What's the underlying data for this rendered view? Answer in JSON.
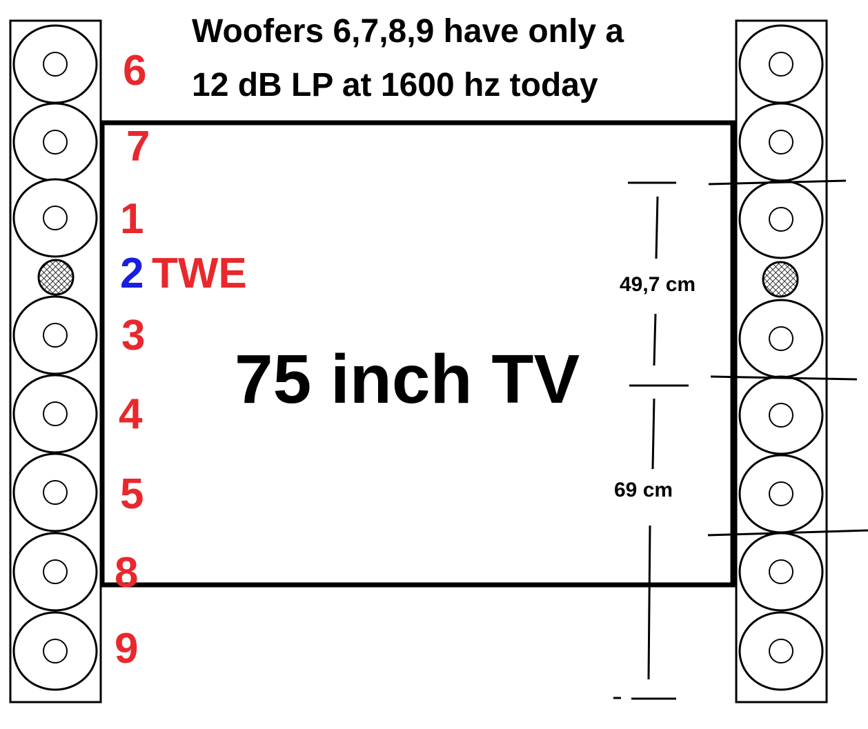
{
  "header": {
    "line1": "Woofers 6,7,8,9  have  only a",
    "line2": "12 dB  LP at 1600 hz today"
  },
  "tv": {
    "label": "75 inch TV"
  },
  "left_column": {
    "labels": [
      "6",
      "7",
      "1",
      "2",
      "TWE",
      "3",
      "4",
      "5",
      "8",
      "9"
    ]
  },
  "dimensions": {
    "upper": "49,7 cm",
    "lower": "69 cm"
  },
  "colors": {
    "number_red": "#e8282d",
    "tweeter_blue": "#1a1ee0"
  }
}
